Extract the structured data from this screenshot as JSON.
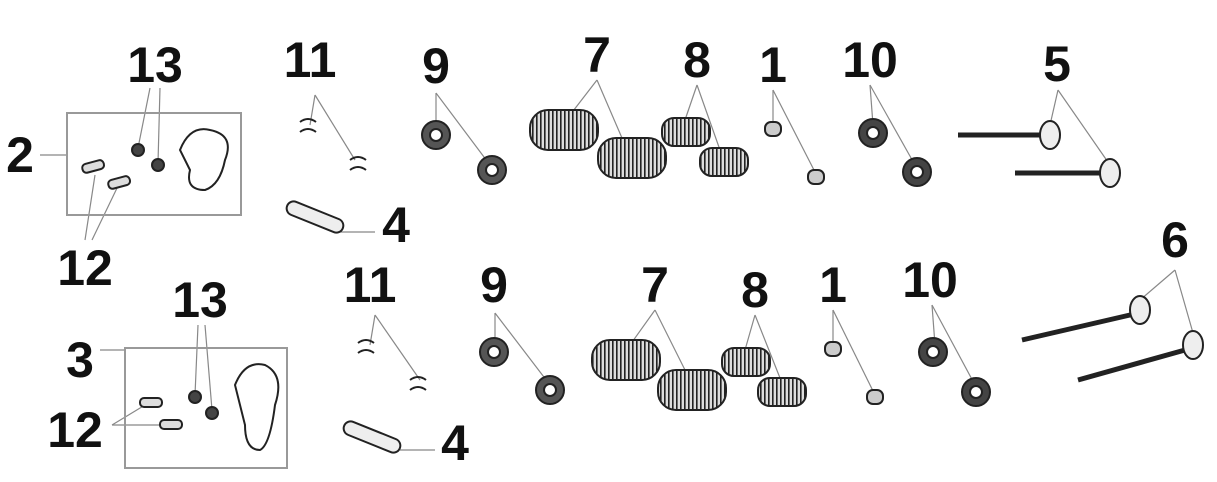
{
  "upper_assembly": {
    "callouts": {
      "rocker_box": "2",
      "nut": "13",
      "pin": "12",
      "keeper": "11",
      "retainer": "9",
      "spring_outer": "7",
      "spring_inner": "8",
      "seal": "1",
      "seat": "10",
      "valve": "5",
      "shaft": "4"
    }
  },
  "lower_assembly": {
    "callouts": {
      "rocker_box": "3",
      "nut": "13",
      "pin": "12",
      "keeper": "11",
      "retainer": "9",
      "spring_outer": "7",
      "spring_inner": "8",
      "seal": "1",
      "seat": "10",
      "valve": "6",
      "shaft": "4"
    }
  },
  "colors": {
    "ink": "#111111",
    "leader": "#888888",
    "box": "#999999"
  }
}
